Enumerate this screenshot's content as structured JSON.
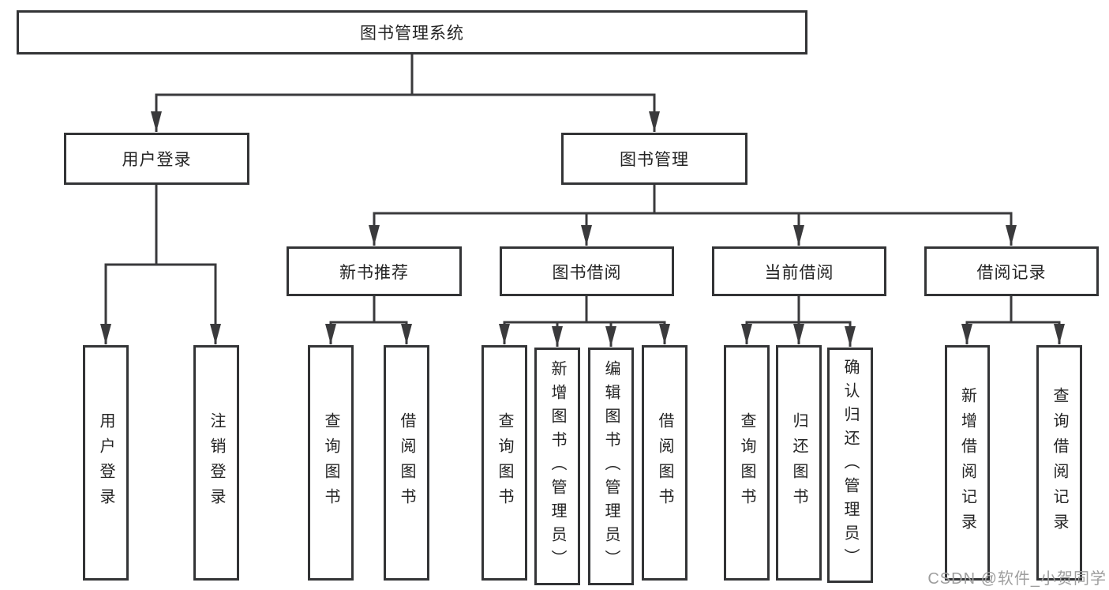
{
  "tree": {
    "label": "图书管理系统",
    "children": [
      {
        "label": "用户登录",
        "children": [
          {
            "label": "用户登录"
          },
          {
            "label": "注销登录"
          }
        ]
      },
      {
        "label": "图书管理",
        "children": [
          {
            "label": "新书推荐",
            "children": [
              {
                "label": "查询图书"
              },
              {
                "label": "借阅图书"
              }
            ]
          },
          {
            "label": "图书借阅",
            "children": [
              {
                "label": "查询图书"
              },
              {
                "label": "新增图书（管理员）"
              },
              {
                "label": "编辑图书（管理员）"
              },
              {
                "label": "借阅图书"
              }
            ]
          },
          {
            "label": "当前借阅",
            "children": [
              {
                "label": "查询图书"
              },
              {
                "label": "归还图书"
              },
              {
                "label": "确认归还（管理员）"
              }
            ]
          },
          {
            "label": "借阅记录",
            "children": [
              {
                "label": "新增借阅记录"
              },
              {
                "label": "查询借阅记录"
              }
            ]
          }
        ]
      }
    ]
  },
  "watermark": "CSDN @软件_小贺同学",
  "colors": {
    "line": "#3a3a3c",
    "text": "#242424",
    "watermark": "#9e9e9e",
    "background": "#ffffff"
  }
}
